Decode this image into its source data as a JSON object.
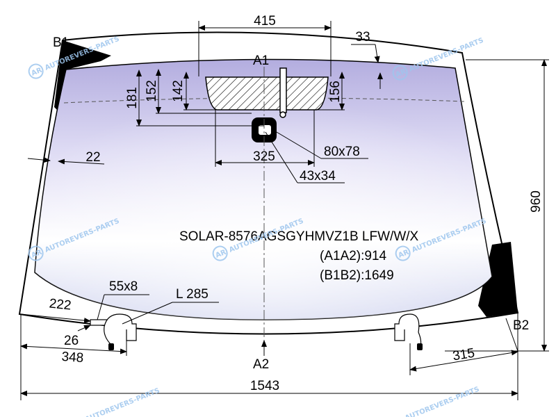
{
  "product_code": "SOLAR-8576AGSGYHMVZ1B LFW/W/X",
  "points": {
    "a1": "A1",
    "a2": "A2",
    "b1": "B1",
    "b2": "B2"
  },
  "measurements": {
    "a1a2": "(A1A2):914",
    "b1b2": "(B1B2):1649"
  },
  "dimensions": {
    "top_width": "415",
    "top_offset": "33",
    "h181": "181",
    "h152": "152",
    "h142": "142",
    "h156": "156",
    "side_margin": "22",
    "sensor_spacing": "325",
    "sensor_window": "80x78",
    "sensor_inner": "43x34",
    "height": "960",
    "bracket": "55x8",
    "cable": "L 285",
    "left_222": "222",
    "left_26": "26",
    "left_348": "348",
    "right_315": "315",
    "overall_width": "1543"
  },
  "watermark": "AUTOREVERS-PARTS",
  "watermark_logo": "AR",
  "colors": {
    "glass_tint": "#c8c4ee",
    "glass_center": "#eeecfa",
    "black_band": "#000000",
    "watermark": "#9ec6ee"
  }
}
